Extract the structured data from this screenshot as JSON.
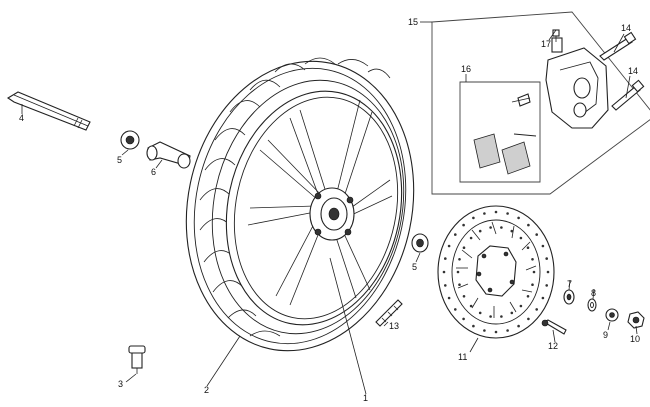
{
  "diagram": {
    "parts": [
      {
        "id": "wheel-rim",
        "callout": "1"
      },
      {
        "id": "tyre",
        "callout": "2"
      },
      {
        "id": "valve",
        "callout": "3"
      },
      {
        "id": "wheel-spindle",
        "callout": "4"
      },
      {
        "id": "bearing-left",
        "callout": "5"
      },
      {
        "id": "bearing-right",
        "callout": "5"
      },
      {
        "id": "spacer",
        "callout": "6"
      },
      {
        "id": "washer-7",
        "callout": "7"
      },
      {
        "id": "washer-8",
        "callout": "8"
      },
      {
        "id": "washer-9",
        "callout": "9"
      },
      {
        "id": "axle-nut",
        "callout": "10"
      },
      {
        "id": "brake-disc",
        "callout": "11"
      },
      {
        "id": "disc-screw",
        "callout": "12"
      },
      {
        "id": "speedo-ring",
        "callout": "13"
      },
      {
        "id": "caliper-bolt-upper",
        "callout": "14"
      },
      {
        "id": "caliper-bolt-lower",
        "callout": "14"
      },
      {
        "id": "brake-caliper-assembly",
        "callout": "15"
      },
      {
        "id": "pad-kit",
        "callout": "16"
      },
      {
        "id": "bleed-screw",
        "callout": "17"
      }
    ]
  }
}
